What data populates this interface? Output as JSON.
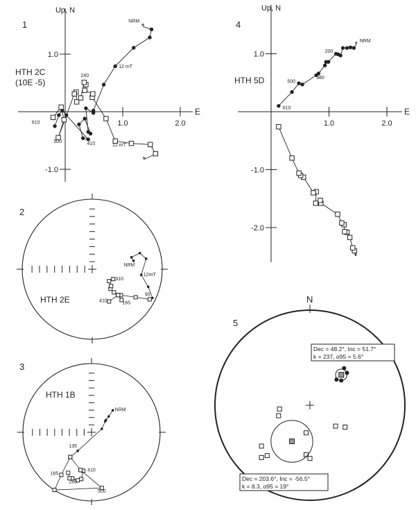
{
  "colors": {
    "ink": "#222222",
    "mean": "#999999"
  },
  "chart_data": [
    {
      "id": "p1",
      "type": "scatter",
      "panel_label": "1",
      "sample": "HTH 2C",
      "units": "(10E -5)",
      "ylabel": "Up, N",
      "xlabel": "E",
      "xticks": [
        "1.0",
        "2.0"
      ],
      "yticks": [
        "1.0",
        "-1.0"
      ],
      "x_tick_values": [
        1,
        2
      ],
      "y_tick_values": [
        1,
        -1
      ],
      "xlim": [
        -0.8,
        2.2
      ],
      "ylim": [
        -1.2,
        1.8
      ],
      "series": [
        {
          "name": "horizontal (filled)",
          "marker": "dot",
          "points": [
            [
              1.35,
              1.48
            ],
            [
              1.5,
              1.43
            ],
            [
              1.47,
              1.29
            ],
            [
              1.19,
              1.11
            ],
            [
              0.87,
              0.79
            ],
            [
              0.67,
              0.47
            ],
            [
              0.49,
              0.02
            ],
            [
              0.49,
              -0.02
            ],
            [
              0.36,
              0.06
            ],
            [
              0.4,
              -0.35
            ],
            [
              0.44,
              -0.38
            ],
            [
              0.34,
              -0.12
            ],
            [
              0.24,
              -0.22
            ],
            [
              0.31,
              -0.46
            ],
            [
              0.4,
              -0.48
            ],
            [
              0.02,
              -0.06
            ],
            [
              -0.05,
              0.02
            ],
            [
              -0.11,
              -0.06
            ],
            [
              -0.18,
              -0.25
            ]
          ]
        },
        {
          "name": "vertical (open)",
          "marker": "square",
          "points": [
            [
              1.37,
              -0.83
            ],
            [
              1.57,
              -0.73
            ],
            [
              1.48,
              -0.57
            ],
            [
              1.15,
              -0.55
            ],
            [
              0.87,
              -0.51
            ],
            [
              0.71,
              -0.12
            ],
            [
              0.47,
              0.25
            ],
            [
              0.48,
              0.31
            ],
            [
              0.34,
              0.37
            ],
            [
              0.36,
              0.47
            ],
            [
              0.33,
              0.51
            ],
            [
              0.27,
              0.24
            ],
            [
              0.2,
              0.17
            ],
            [
              0.19,
              0.34
            ],
            [
              0.16,
              0.31
            ],
            [
              -0.12,
              -0.45
            ],
            [
              -0.02,
              -0.14
            ],
            [
              -0.07,
              0.08
            ],
            [
              -0.21,
              -0.1
            ]
          ]
        }
      ],
      "annotations": [
        {
          "text": "NRM",
          "at": [
            1.1,
            1.55
          ]
        },
        {
          "text": "12 mT",
          "at": [
            0.93,
            0.76
          ]
        },
        {
          "text": "240",
          "at": [
            0.27,
            0.6
          ]
        },
        {
          "text": "610",
          "at": [
            -0.58,
            -0.21
          ]
        },
        {
          "text": "500",
          "at": [
            -0.2,
            -0.54
          ]
        },
        {
          "text": "410",
          "at": [
            0.38,
            -0.58
          ]
        },
        {
          "text": "12 mT",
          "at": [
            0.82,
            -0.6
          ]
        }
      ]
    },
    {
      "id": "p4",
      "type": "scatter",
      "panel_label": "4",
      "sample": "HTH 5D",
      "ylabel": "Up, N",
      "xlabel": "E",
      "xticks": [
        "1.0",
        "2.0"
      ],
      "yticks": [
        "1.0",
        "-1.0",
        "-2.0"
      ],
      "x_tick_values": [
        1,
        2
      ],
      "y_tick_values": [
        1,
        -1,
        -2
      ],
      "xlim": [
        -0.6,
        2.2
      ],
      "ylim": [
        -2.6,
        1.9
      ],
      "series": [
        {
          "name": "horizontal (filled)",
          "marker": "dot",
          "points": [
            [
              1.47,
              1.16
            ],
            [
              1.43,
              1.1
            ],
            [
              1.37,
              1.11
            ],
            [
              1.31,
              1.1
            ],
            [
              1.24,
              1.1
            ],
            [
              1.2,
              0.97
            ],
            [
              1.16,
              0.99
            ],
            [
              1.12,
              1.0
            ],
            [
              0.99,
              0.86
            ],
            [
              0.95,
              0.86
            ],
            [
              0.93,
              0.8
            ],
            [
              0.82,
              0.66
            ],
            [
              0.78,
              0.63
            ],
            [
              0.54,
              0.47
            ],
            [
              0.48,
              0.49
            ],
            [
              0.36,
              0.34
            ],
            [
              0.13,
              0.1
            ]
          ]
        },
        {
          "name": "vertical (open)",
          "marker": "square",
          "points": [
            [
              1.46,
              -2.49
            ],
            [
              1.44,
              -2.4
            ],
            [
              1.41,
              -2.35
            ],
            [
              1.36,
              -2.17
            ],
            [
              1.31,
              -2.08
            ],
            [
              1.27,
              -2.07
            ],
            [
              1.26,
              -1.95
            ],
            [
              1.22,
              -1.92
            ],
            [
              1.15,
              -1.77
            ],
            [
              0.86,
              -1.58
            ],
            [
              0.85,
              -1.53
            ],
            [
              0.77,
              -1.58
            ],
            [
              0.78,
              -1.38
            ],
            [
              0.73,
              -1.4
            ],
            [
              0.56,
              -1.13
            ],
            [
              0.51,
              -1.1
            ],
            [
              0.48,
              -1.06
            ],
            [
              0.36,
              -0.8
            ],
            [
              0.13,
              -0.26
            ]
          ]
        }
      ],
      "annotations": [
        {
          "text": "NRM",
          "at": [
            1.53,
            1.2
          ]
        },
        {
          "text": "200",
          "at": [
            0.93,
            1.02
          ]
        },
        {
          "text": "380",
          "at": [
            0.78,
            0.56
          ]
        },
        {
          "text": "500",
          "at": [
            0.28,
            0.5
          ]
        },
        {
          "text": "610",
          "at": [
            0.2,
            0.04
          ]
        }
      ]
    },
    {
      "id": "p2",
      "type": "scatter",
      "panel_label": "2",
      "sample": "HTH 2E",
      "projection": "equal-area",
      "series": [
        {
          "name": "lower hemisphere (filled)",
          "marker": "dot",
          "points": [
            [
              0.59,
              0.12
            ],
            [
              0.56,
              0.17
            ],
            [
              0.68,
              0.23
            ],
            [
              0.77,
              0.15
            ],
            [
              0.7,
              -0.08
            ],
            [
              0.8,
              -0.25
            ],
            [
              0.86,
              -0.41
            ]
          ]
        },
        {
          "name": "upper hemisphere (open)",
          "marker": "square",
          "points": [
            [
              0.82,
              -0.43
            ],
            [
              0.62,
              -0.4
            ],
            [
              0.41,
              -0.37
            ],
            [
              0.37,
              -0.37
            ],
            [
              0.31,
              -0.33
            ],
            [
              0.26,
              -0.28
            ],
            [
              0.27,
              -0.24
            ],
            [
              0.24,
              -0.17
            ],
            [
              0.3,
              -0.14
            ]
          ]
        },
        {
          "name": "branch",
          "marker": "square",
          "points": [
            [
              0.37,
              -0.37
            ],
            [
              0.42,
              -0.44
            ]
          ]
        },
        {
          "name": "branch2",
          "marker": "square",
          "points": [
            [
              0.37,
              -0.37
            ],
            [
              0.24,
              -0.46
            ]
          ]
        }
      ],
      "annotations": [
        {
          "text": "NRM",
          "at": [
            0.45,
            0.04
          ]
        },
        {
          "text": "12mT",
          "at": [
            0.73,
            -0.1
          ]
        },
        {
          "text": "310",
          "at": [
            0.33,
            -0.16
          ]
        },
        {
          "text": "90",
          "at": [
            0.75,
            -0.38
          ]
        },
        {
          "text": "165",
          "at": [
            0.43,
            -0.5
          ]
        },
        {
          "text": "410",
          "at": [
            0.1,
            -0.47
          ]
        }
      ]
    },
    {
      "id": "p3",
      "type": "scatter",
      "panel_label": "3",
      "sample": "HTH 1B",
      "projection": "equal-area",
      "series": [
        {
          "name": "lower hemisphere (filled)",
          "marker": "dot",
          "points": [
            [
              0.31,
              0.32
            ],
            [
              0.25,
              0.23
            ],
            [
              0.21,
              0.18
            ],
            [
              0.2,
              0.16
            ],
            [
              0.15,
              0.05
            ],
            [
              -0.2,
              -0.27
            ],
            [
              -0.31,
              -0.36
            ]
          ]
        },
        {
          "name": "upper hemisphere (open)",
          "marker": "square",
          "points": [
            [
              -0.31,
              -0.36
            ],
            [
              -0.16,
              -0.55
            ],
            [
              -0.12,
              -0.56
            ],
            [
              -0.15,
              -0.68
            ],
            [
              -0.2,
              -0.7
            ],
            [
              -0.28,
              -0.67
            ],
            [
              -0.32,
              -0.67
            ],
            [
              -0.34,
              -0.59
            ]
          ]
        },
        {
          "name": "loop",
          "marker": "square",
          "points": [
            [
              -0.31,
              -0.36
            ],
            [
              -0.44,
              -0.62
            ],
            [
              -0.54,
              -0.84
            ],
            [
              0.15,
              -0.81
            ],
            [
              -0.16,
              -0.55
            ]
          ]
        }
      ],
      "annotations": [
        {
          "text": "NRM",
          "at": [
            0.34,
            0.31
          ]
        },
        {
          "text": "135",
          "at": [
            -0.33,
            -0.22
          ]
        },
        {
          "text": "165",
          "at": [
            -0.6,
            -0.62
          ]
        },
        {
          "text": "410",
          "at": [
            -0.06,
            -0.57
          ]
        },
        {
          "text": "280",
          "at": [
            -0.33,
            -0.74
          ]
        },
        {
          "text": "500",
          "at": [
            0.09,
            -0.88
          ]
        }
      ]
    },
    {
      "id": "p5",
      "type": "scatter",
      "panel_label": "5",
      "north_label": "N",
      "projection": "equal-area",
      "series": [
        {
          "name": "normal (filled)",
          "marker": "dot",
          "points": [
            [
              0.36,
              0.39
            ],
            [
              0.39,
              0.34
            ],
            [
              0.28,
              0.27
            ],
            [
              0.33,
              0.26
            ]
          ]
        },
        {
          "name": "reversed (open)",
          "marker": "square",
          "points": [
            [
              -0.32,
              -0.04
            ],
            [
              -0.33,
              -0.11
            ],
            [
              0.27,
              -0.22
            ],
            [
              0.37,
              -0.23
            ],
            [
              -0.04,
              -0.29
            ],
            [
              -0.51,
              -0.43
            ],
            [
              -0.51,
              -0.55
            ],
            [
              -0.45,
              -0.53
            ],
            [
              -0.04,
              -0.52
            ],
            [
              0.0,
              -0.56
            ]
          ]
        }
      ],
      "means": [
        {
          "at": [
            0.33,
            0.32
          ],
          "a95_net": 0.06,
          "line1": "Dec = 48.2°, Inc = 51.7°",
          "line2": "k = 237,  α95 = 5.6°"
        },
        {
          "at": [
            -0.19,
            -0.38
          ],
          "a95_net": 0.22,
          "line1": "Dec = 203.6°, Inc = -56.5°",
          "line2": "k = 8.3,  α95 = 19°"
        }
      ]
    }
  ]
}
